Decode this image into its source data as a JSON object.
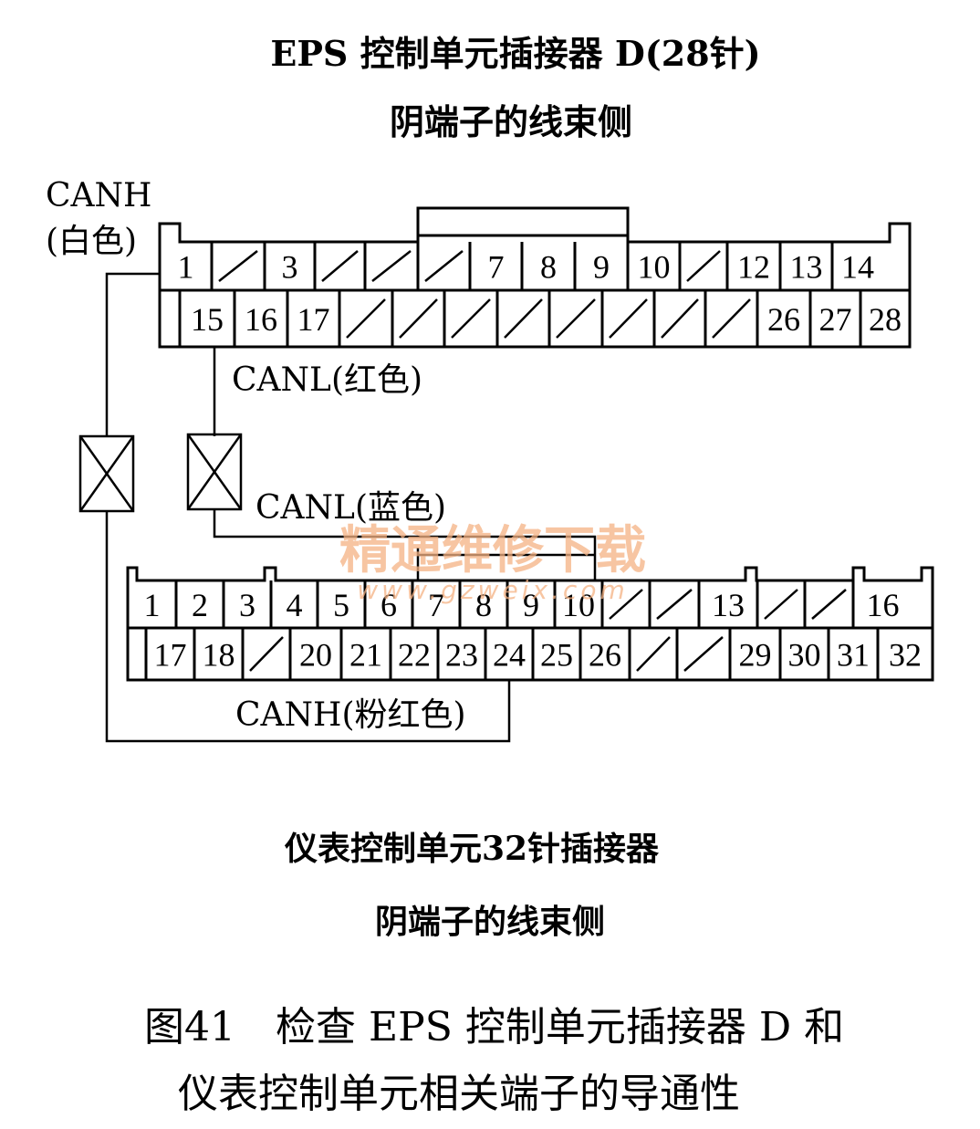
{
  "top_title_1": "EPS 控制单元插接器 D(28针)",
  "top_title_2": "阴端子的线束侧",
  "label_canh_white_1": "CANH",
  "label_canh_white_2": "(白色)",
  "label_canl_red": "CANL(红色)",
  "label_canl_blue": "CANL(蓝色)",
  "label_canh_pink": "CANH(粉红色)",
  "bottom_title_1": "仪表控制单元32针插接器",
  "bottom_title_2": "阴端子的线束侧",
  "caption_1": "图41　检查 EPS 控制单元插接器 D 和",
  "caption_2": "仪表控制单元相关端子的导通性",
  "watermark_1": "精通维修下载",
  "watermark_2": "www.gzweix.com",
  "eps_row1": [
    "1",
    "/",
    "3",
    "/",
    "/",
    "/",
    "7",
    "8",
    "9",
    "10",
    "/",
    "12",
    "13",
    "14"
  ],
  "eps_row2": [
    "15",
    "16",
    "17",
    "/",
    "/",
    "/",
    "/",
    "/",
    "/",
    "/",
    "/",
    "26",
    "27",
    "28"
  ],
  "ic_row1": [
    "1",
    "2",
    "3",
    "4",
    "5",
    "6",
    "7",
    "8",
    "9",
    "10",
    "/",
    "/",
    "13",
    "/",
    "/",
    "16"
  ],
  "ic_row2": [
    "17",
    "18",
    "/",
    "20",
    "21",
    "22",
    "23",
    "24",
    "25",
    "26",
    "/",
    "/",
    "29",
    "30",
    "31",
    "32"
  ]
}
